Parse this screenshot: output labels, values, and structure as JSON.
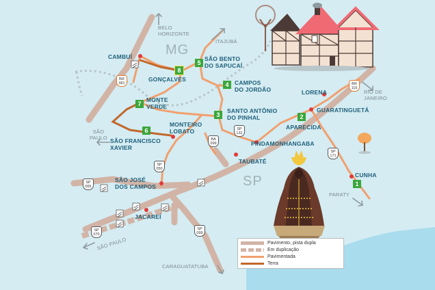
{
  "map": {
    "state_labels": {
      "mg": "MG",
      "sp": "SP"
    },
    "cities": {
      "cambui": "CAMBUÍ",
      "goncalves": "GONÇALVES",
      "sao_bento": "SÃO BENTO\nDO SAPUCAÍ",
      "campos_jordao": "CAMPOS\nDO JORDÃO",
      "monte_verde": "MONTE\nVERDE",
      "santo_antonio": "SANTO ANTÔNIO\nDO PINHAL",
      "lorena": "LORENA",
      "guaratingueta": "GUARATINGUETÁ",
      "aparecida": "APARECIDA",
      "sao_francisco": "SÃO FRANCISCO\nXAVIER",
      "monteiro_lobato": "MONTEIRO\nLOBATO",
      "pindamonhangaba": "PINDAMONHANGABA",
      "taubate": "TAUBATÉ",
      "sao_jose": "SÃO JOSÉ\nDOS CAMPOS",
      "jacarei": "JACAREÍ",
      "cunha": "CUNHA"
    },
    "directions": {
      "belo_horizonte": "BELO\nHORIZONTE",
      "itajuba": "ITAJUBÁ",
      "rio": "RIO DE\nJANEIRO",
      "sao_paulo_left": "SÃO\nPAULO",
      "sao_paulo_bottom": "SÃO PAULO",
      "paraty": "PARATY",
      "caraguatatuba": "CARAGUATATUBA"
    },
    "route_numbers": {
      "r1": "1",
      "r2": "2",
      "r3": "3",
      "r4": "4",
      "r5": "5",
      "r6": "6",
      "r7": "7",
      "r8": "8"
    },
    "shields": {
      "br381": {
        "top": "BR",
        "bottom": "381"
      },
      "br116": {
        "top": "BR",
        "bottom": "116"
      },
      "sp132": {
        "top": "SP",
        "bottom": "132"
      },
      "ba099": {
        "top": "BA",
        "bottom": "099"
      },
      "sp050": {
        "top": "SP",
        "bottom": "050"
      },
      "sp171": {
        "top": "SP",
        "bottom": "171"
      },
      "sp065": {
        "top": "SP",
        "bottom": "065"
      },
      "sp070": {
        "top": "SP",
        "bottom": "070"
      },
      "sp099": {
        "top": "SP",
        "bottom": "099"
      }
    },
    "legend": [
      {
        "label": "Pavimento, pista dupla",
        "color": "#d2b4a6"
      },
      {
        "label": "Em duplicação",
        "color": "#d2b4a6"
      },
      {
        "label": "Pavimentada",
        "color": "#f2a06e"
      },
      {
        "label": "Terra",
        "color": "#c2672b"
      }
    ],
    "colors": {
      "water": "#d4ecf2",
      "sea": "#a9dced",
      "double_lane": "#d2b4a6",
      "paved": "#f2a06e",
      "dirt": "#c2672b",
      "marker": "#e03a3a",
      "route_badge": "#3aa63a"
    }
  }
}
